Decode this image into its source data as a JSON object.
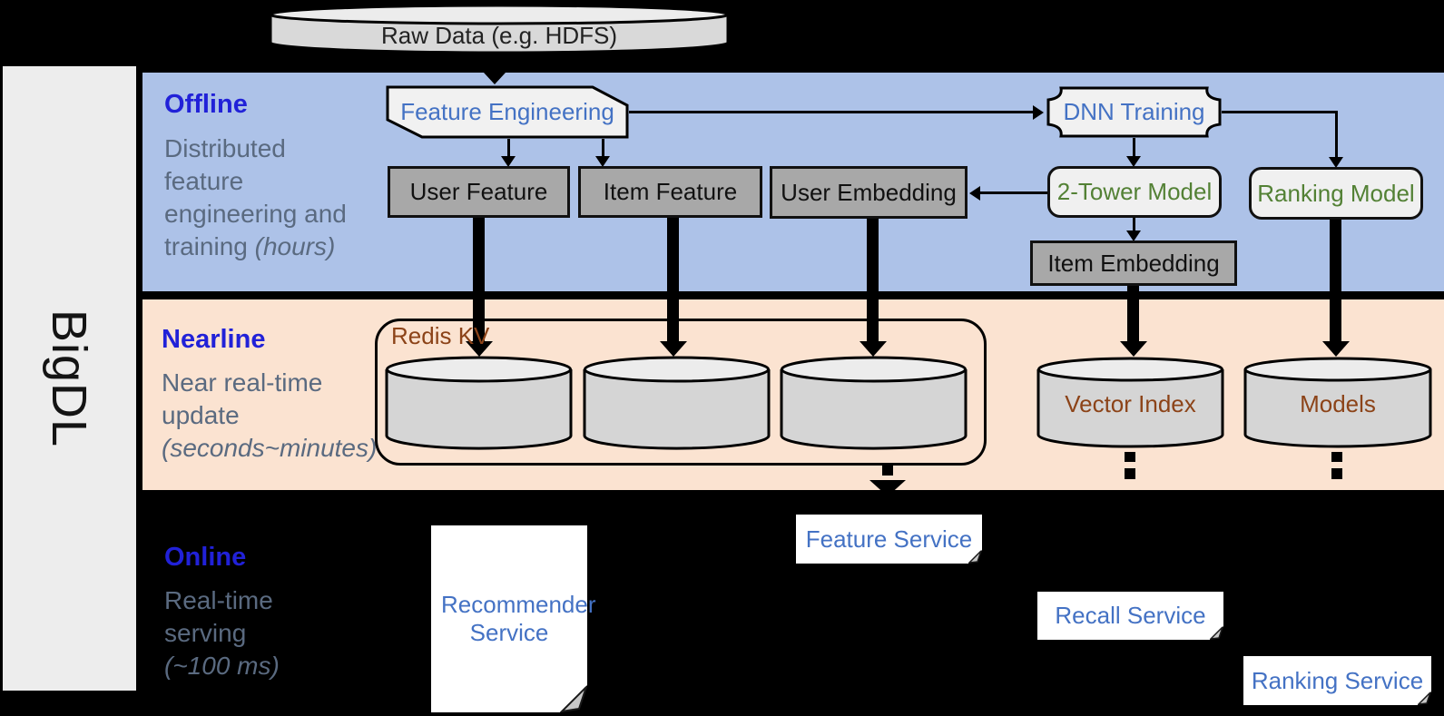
{
  "brand": "BigDL",
  "raw_data_label": "Raw Data (e.g. HDFS)",
  "sections": {
    "offline": {
      "title": "Offline",
      "line1": "Distributed",
      "line2": "feature",
      "line3": "engineering and",
      "line4": "training ",
      "line4_italic": "(hours)"
    },
    "nearline": {
      "title": "Nearline",
      "line1": "Near real-time",
      "line2": "update",
      "line3_italic": "(seconds~minutes)"
    },
    "online": {
      "title": "Online",
      "line1": "Real-time",
      "line2": "serving",
      "line3_italic": "(~100 ms)"
    }
  },
  "nodes": {
    "feature_engineering": "Feature Engineering",
    "dnn_training": "DNN Training",
    "user_feature": "User Feature",
    "item_feature": "Item Feature",
    "user_embedding": "User Embedding",
    "two_tower_model": "2-Tower Model",
    "ranking_model": "Ranking Model",
    "item_embedding": "Item Embedding",
    "redis_kv": "Redis KV",
    "vector_index": "Vector Index",
    "models": "Models",
    "recommender_service": "Recommender Service",
    "feature_service": "Feature Service",
    "recall_service": "Recall Service",
    "ranking_service": "Ranking Service"
  },
  "colors": {
    "background": "#000000",
    "offline_band": "#adc2e8",
    "nearline_band": "#fbe3d1",
    "sidebar_bar": "#ededed",
    "section_title_blue": "#2121d8",
    "description_slate": "#5a6a80",
    "shape_label_blue": "#4472c4",
    "model_label_green": "#538135",
    "datastore_label_brown": "#8c4318",
    "node_gray_fill": "#a8a8a8",
    "shape_light_fill": "#f0f0f0",
    "cylinder_fill": "#d5d5d5"
  }
}
